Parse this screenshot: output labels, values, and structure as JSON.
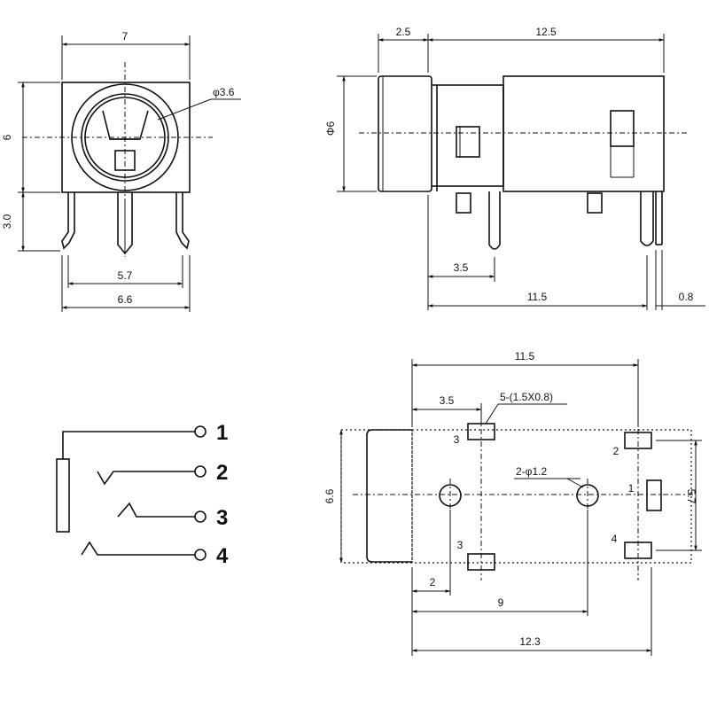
{
  "front_view": {
    "width_top": "7",
    "height_left": "6",
    "pin_height": "3.0",
    "hole_dia": "φ3.6",
    "pin_spacing": "5.7",
    "width_bottom": "6.6"
  },
  "side_view": {
    "front_len": "2.5",
    "body_len": "12.5",
    "dia": "Φ6",
    "pin_offset": "3.5",
    "total_len": "11.5",
    "pin_thick": "0.8"
  },
  "schematic": {
    "pins": [
      "1",
      "2",
      "3",
      "4"
    ]
  },
  "footprint": {
    "top_len": "11.5",
    "pad_offset": "3.5",
    "pad_note": "5-(1.5X0.8)",
    "hole_note": "2-φ1.2",
    "height_left": "6.6",
    "height_right": "5.7",
    "dim_2": "2",
    "dim_9": "9",
    "dim_bottom": "12.3",
    "pad_labels": [
      "3",
      "2",
      "1",
      "4",
      "3"
    ]
  }
}
